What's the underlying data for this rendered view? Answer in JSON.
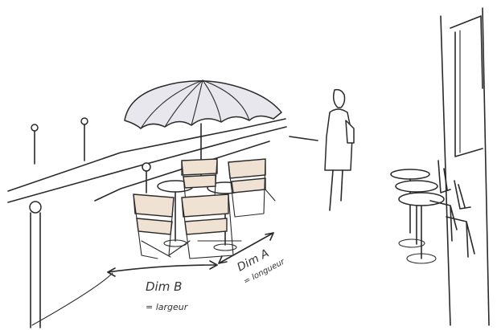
{
  "colors": {
    "ink": "#2a2a2a",
    "umbrella_fill": "#e8e7ee",
    "chair_fabric": "#f0e2d3",
    "background": "#ffffff"
  },
  "annotations": {
    "dim_a": "Dim A",
    "dim_a_sub": "= longueur",
    "dim_b": "Dim B",
    "dim_b_sub": "= largeur"
  }
}
